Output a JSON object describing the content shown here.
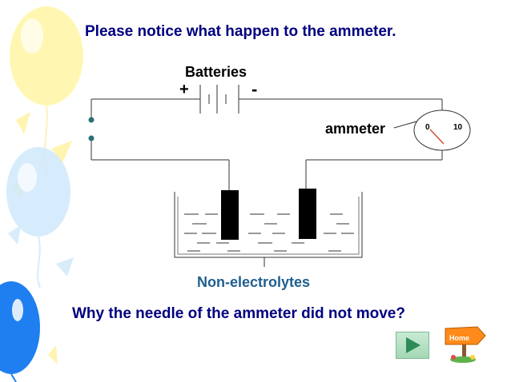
{
  "slide": {
    "title": "Please notice what happen to the ammeter.",
    "question": "Why the needle of the ammeter did not move?"
  },
  "circuit": {
    "battery_label": "Batteries",
    "positive_sign": "+",
    "negative_sign": "-",
    "ammeter_label": "ammeter",
    "ammeter_scale_min": "0",
    "ammeter_scale_max": "10",
    "needle_reading": 0,
    "solution_label": "Non-electrolytes"
  },
  "navigation": {
    "next_icon": "play-triangle-icon",
    "home_label": "Home"
  },
  "colors": {
    "title_text": "#000080",
    "solution_label_text": "#1f5f8f",
    "balloon_yellow": "#fff6a8",
    "balloon_blue": "#1f7ff0",
    "needle": "#d05030",
    "play_button": "#2e8b57",
    "home_sign": "#ff8a1a"
  }
}
